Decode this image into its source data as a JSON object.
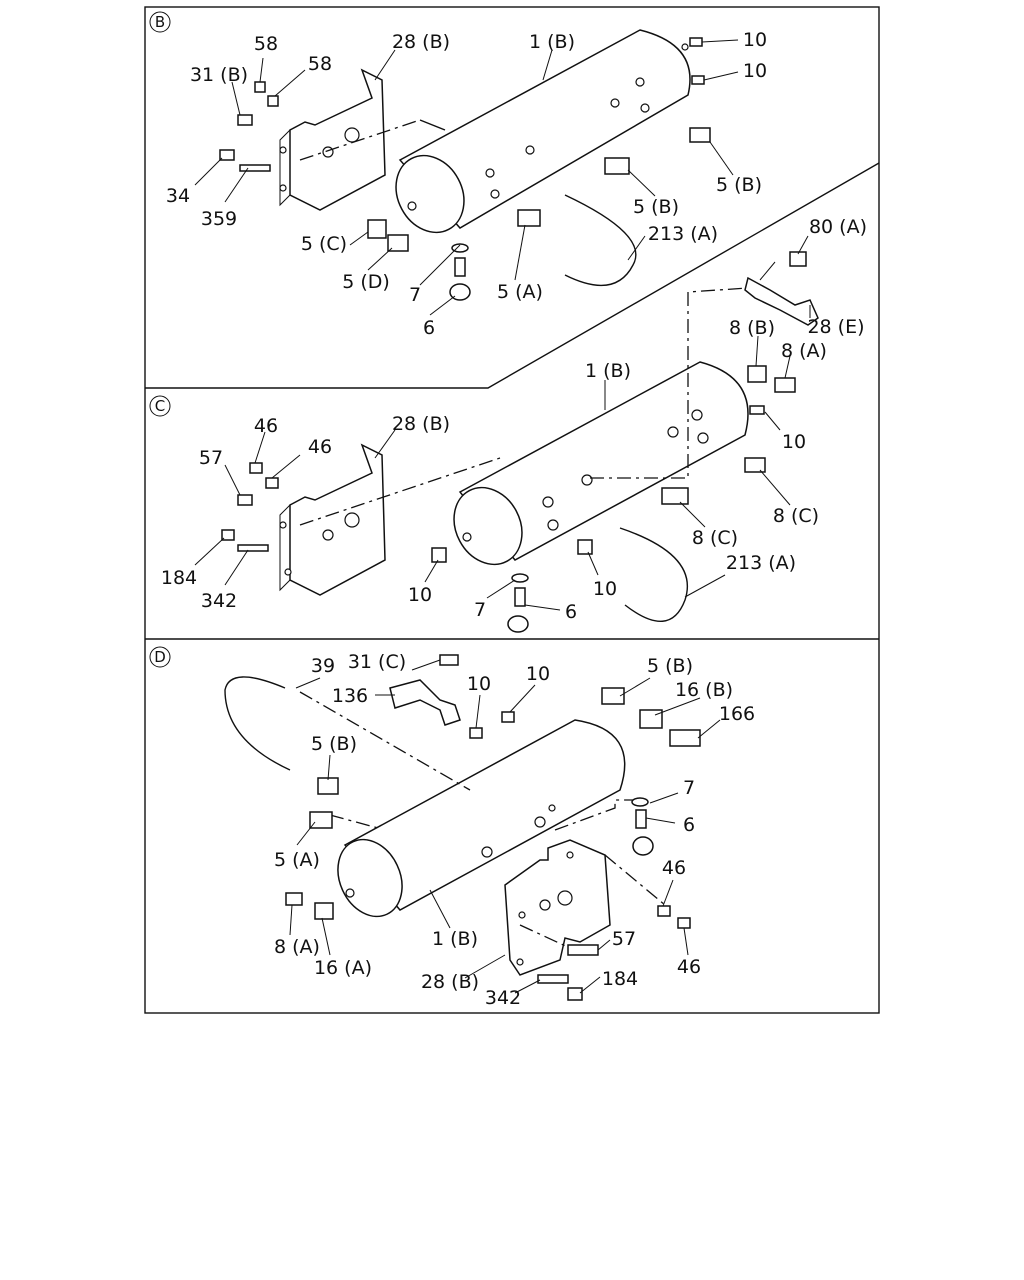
{
  "sections": {
    "B": {
      "marker": "B",
      "labels": [
        "58",
        "58",
        "28 (B)",
        "1 (B)",
        "10",
        "10",
        "31 (B)",
        "34",
        "359",
        "5 (B)",
        "5 (B)",
        "213 (A)",
        "5 (C)",
        "5 (D)",
        "7",
        "6",
        "5 (A)"
      ]
    },
    "C": {
      "marker": "C",
      "labels": [
        "80 (A)",
        "28 (E)",
        "8 (B)",
        "8 (A)",
        "1 (B)",
        "46",
        "46",
        "28 (B)",
        "57",
        "10",
        "184",
        "342",
        "8 (C)",
        "8 (C)",
        "213 (A)",
        "10",
        "10",
        "7",
        "6"
      ]
    },
    "D": {
      "marker": "D",
      "labels": [
        "39",
        "31 (C)",
        "10",
        "10",
        "136",
        "5 (B)",
        "16 (B)",
        "166",
        "5 (B)",
        "7",
        "6",
        "5 (A)",
        "46",
        "8 (A)",
        "16 (A)",
        "1 (B)",
        "57",
        "28 (B)",
        "184",
        "342",
        "46"
      ]
    }
  }
}
